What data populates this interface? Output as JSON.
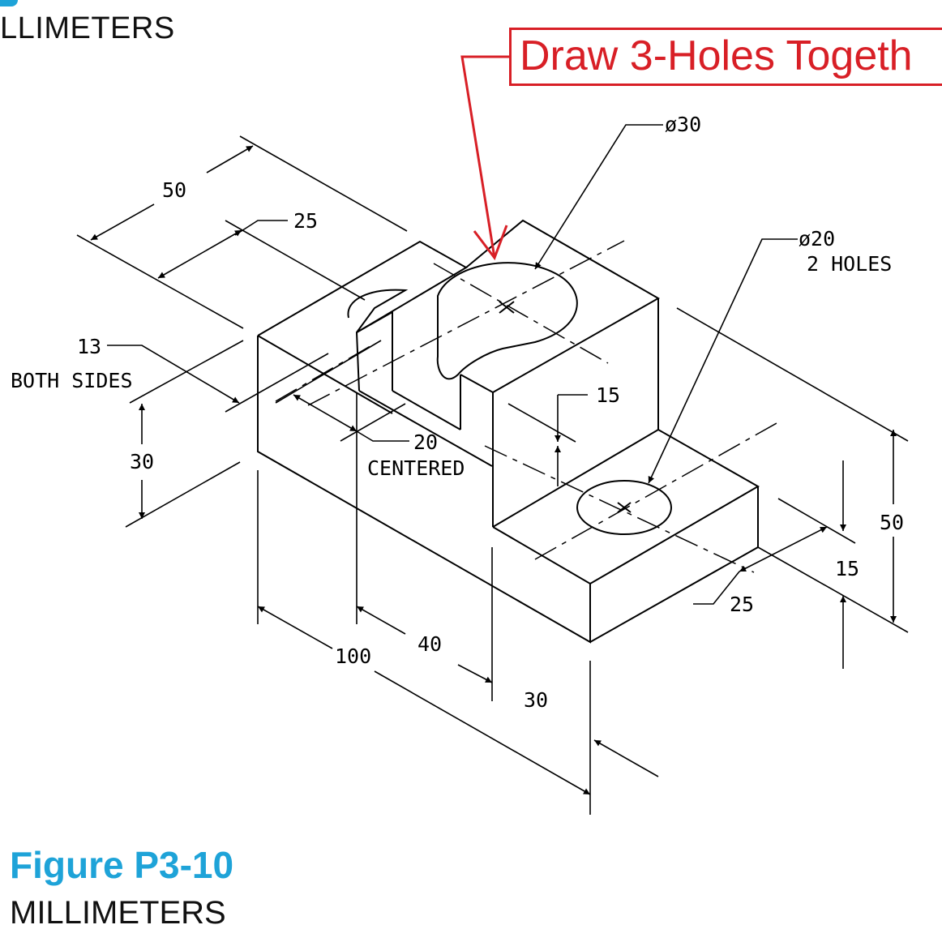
{
  "header": {
    "units_partial": "LLIMETERS"
  },
  "annotation": {
    "text": "Draw 3-Holes Togeth",
    "color": "#d81f26"
  },
  "dimensions": {
    "hole_large": "ø30",
    "hole_small": "ø20",
    "hole_small_note": "2 HOLES",
    "top_depth_50": "50",
    "offset_25": "25",
    "slot_13": "13",
    "slot_13_note": "BOTH SIDES",
    "height_30": "30",
    "slot_20": "20",
    "slot_20_note": "CENTERED",
    "step_15": "15",
    "height_50": "50",
    "base_15": "15",
    "right_25": "25",
    "length_100": "100",
    "length_40": "40",
    "width_30": "30"
  },
  "figure": {
    "title": "Figure P3-10",
    "units": "MILLIMETERS",
    "accent": "#1ea3d8"
  }
}
